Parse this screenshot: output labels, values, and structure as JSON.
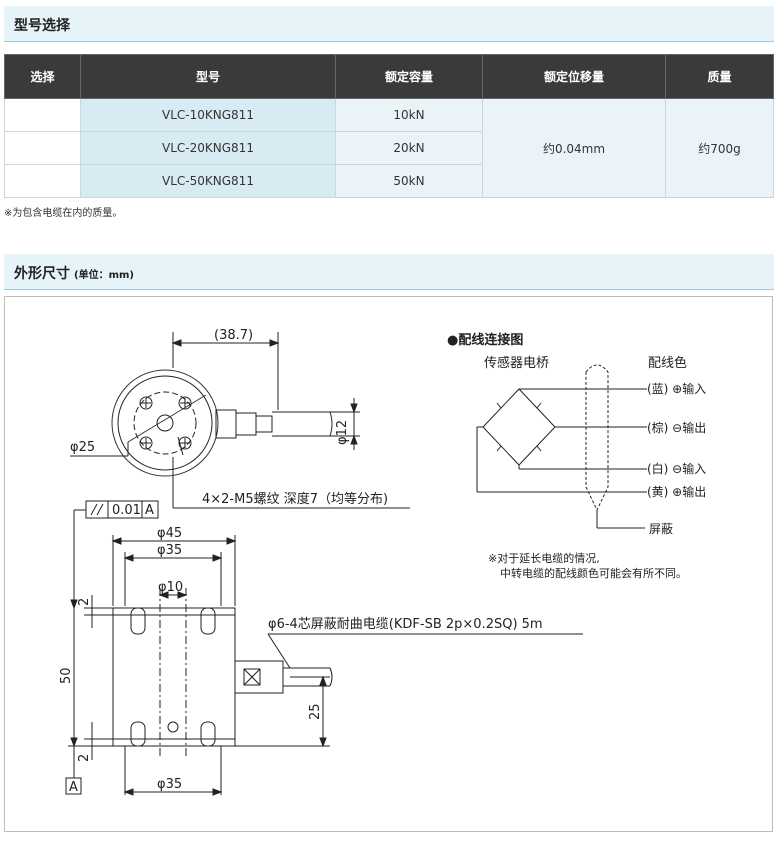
{
  "section1": {
    "title": "型号选择"
  },
  "table": {
    "headers": [
      "选择",
      "型号",
      "额定容量",
      "额定位移量",
      "质量"
    ],
    "rows": [
      {
        "model": "VLC-10KNG811",
        "capacity": "10kN"
      },
      {
        "model": "VLC-20KNG811",
        "capacity": "20kN"
      },
      {
        "model": "VLC-50KNG811",
        "capacity": "50kN"
      }
    ],
    "displacement": "约0.04mm",
    "mass": "约700g"
  },
  "note": "※为包含电缆在内的质量。",
  "section2": {
    "title": "外形尺寸",
    "unit": "(单位：mm)"
  },
  "drawing": {
    "dim_38_7": "(38.7)",
    "dim_phi12": "φ12",
    "dim_phi25": "φ25",
    "thread_note": "4×2-M5螺纹 深度7（均等分布)",
    "flatness": "0.01",
    "datum": "A",
    "dim_phi45": "φ45",
    "dim_phi35_top": "φ35",
    "dim_phi10": "φ10",
    "dim_2_top": "2",
    "dim_50": "50",
    "dim_2_bottom": "2",
    "dim_25": "25",
    "dim_phi35_bottom": "φ35",
    "cable_note": "φ6-4芯屏蔽耐曲电缆(KDF-SB 2p×0.2SQ) 5m"
  },
  "wiring": {
    "title": "●配线连接图",
    "bridge_label": "传感器电桥",
    "color_label": "配线色",
    "wires": [
      "(蓝) ⊕输入",
      "(棕) ⊖输出",
      "(白) ⊖输入",
      "(黄) ⊕输出"
    ],
    "shield": "屏蔽",
    "note1": "※对于延长电缆的情况,",
    "note2": "中转电缆的配线颜色可能会有所不同。"
  }
}
